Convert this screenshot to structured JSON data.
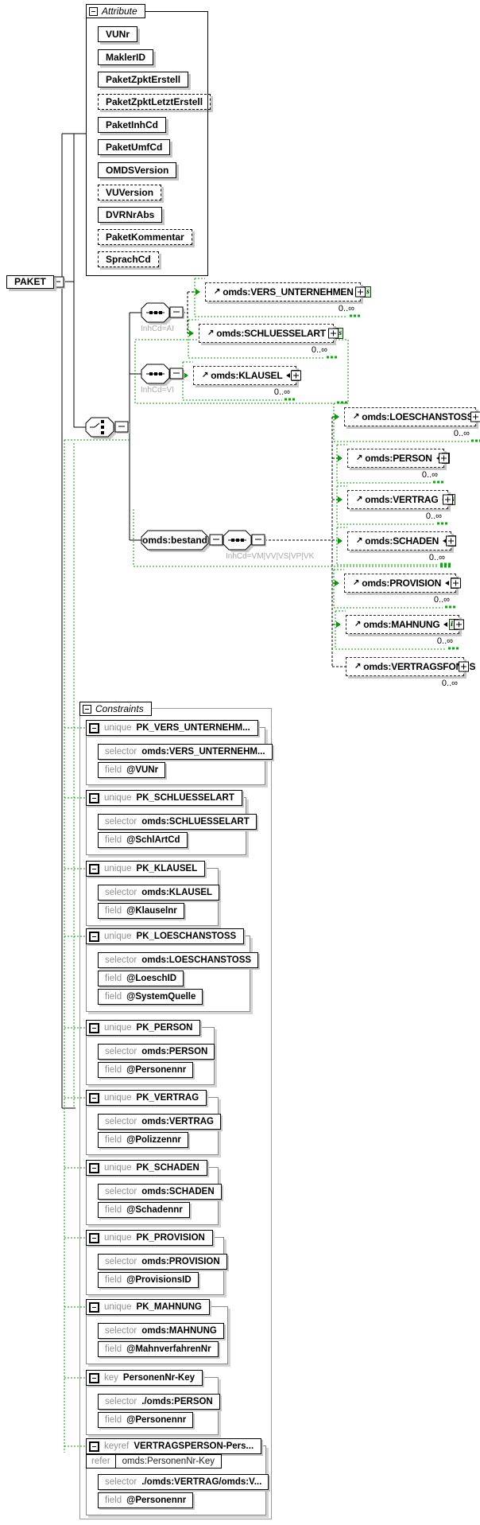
{
  "attribute_section": {
    "title": "Attribute",
    "items": [
      {
        "label": "VUNr",
        "optional": false
      },
      {
        "label": "MaklerID",
        "optional": false
      },
      {
        "label": "PaketZpktErstell",
        "optional": false
      },
      {
        "label": "PaketZpktLetztErstell",
        "optional": true
      },
      {
        "label": "PaketInhCd",
        "optional": false
      },
      {
        "label": "PaketUmfCd",
        "optional": false
      },
      {
        "label": "OMDSVersion",
        "optional": false
      },
      {
        "label": "VUVersion",
        "optional": true
      },
      {
        "label": "DVRNrAbs",
        "optional": false
      },
      {
        "label": "PaketKommentar",
        "optional": true
      },
      {
        "label": "SprachCd",
        "optional": true
      }
    ]
  },
  "root_element": {
    "label": "PAKET"
  },
  "branches": {
    "ai": {
      "condition": "InhCd=AI"
    },
    "vi": {
      "condition": "InhCd=VI"
    },
    "bestand": {
      "label": "omds:bestand",
      "condition": "InhCd=VM|VV|VS|VP|VK"
    }
  },
  "badge_text": "is",
  "elements": [
    {
      "name": "omds:VERS_UNTERNEHMEN",
      "occurs": "0..∞"
    },
    {
      "name": "omds:SCHLUESSELART",
      "occurs": "0..∞"
    },
    {
      "name": "omds:KLAUSEL",
      "occurs": "0..∞"
    },
    {
      "name": "omds:LOESCHANSTOSS",
      "occurs": "0..∞"
    },
    {
      "name": "omds:PERSON",
      "occurs": "0..∞"
    },
    {
      "name": "omds:VERTRAG",
      "occurs": "0..∞"
    },
    {
      "name": "omds:SCHADEN",
      "occurs": "0..∞"
    },
    {
      "name": "omds:PROVISION",
      "occurs": "0..∞"
    },
    {
      "name": "omds:MAHNUNG",
      "occurs": "0..∞"
    },
    {
      "name": "omds:VERTRAGSFONDS",
      "occurs": "0..∞"
    }
  ],
  "constraints_section": {
    "title": "Constraints",
    "selector_label": "selector",
    "field_label": "field",
    "items": [
      {
        "kind": "unique",
        "name": "PK_VERS_UNTERNEHM...",
        "selector": "omds:VERS_UNTERNEHM...",
        "fields": [
          "@VUNr"
        ]
      },
      {
        "kind": "unique",
        "name": "PK_SCHLUESSELART",
        "selector": "omds:SCHLUESSELART",
        "fields": [
          "@SchlArtCd"
        ]
      },
      {
        "kind": "unique",
        "name": "PK_KLAUSEL",
        "selector": "omds:KLAUSEL",
        "fields": [
          "@Klauselnr"
        ]
      },
      {
        "kind": "unique",
        "name": "PK_LOESCHANSTOSS",
        "selector": "omds:LOESCHANSTOSS",
        "fields": [
          "@LoeschID",
          "@SystemQuelle"
        ]
      },
      {
        "kind": "unique",
        "name": "PK_PERSON",
        "selector": "omds:PERSON",
        "fields": [
          "@Personennr"
        ]
      },
      {
        "kind": "unique",
        "name": "PK_VERTRAG",
        "selector": "omds:VERTRAG",
        "fields": [
          "@Polizzennr"
        ]
      },
      {
        "kind": "unique",
        "name": "PK_SCHADEN",
        "selector": "omds:SCHADEN",
        "fields": [
          "@Schadennr"
        ]
      },
      {
        "kind": "unique",
        "name": "PK_PROVISION",
        "selector": "omds:PROVISION",
        "fields": [
          "@ProvisionsID"
        ]
      },
      {
        "kind": "unique",
        "name": "PK_MAHNUNG",
        "selector": "omds:MAHNUNG",
        "fields": [
          "@MahnverfahrenNr"
        ]
      },
      {
        "kind": "key",
        "name": "PersonenNr-Key",
        "selector": "./omds:PERSON",
        "fields": [
          "@Personennr"
        ]
      },
      {
        "kind": "keyref",
        "name": "VERTRAGSPERSON-Pers...",
        "refer_label": "refer",
        "refer": "omds:PersonenNr-Key",
        "selector": "./omds:VERTRAG/omds:V...",
        "fields": [
          "@Personennr"
        ]
      }
    ]
  }
}
